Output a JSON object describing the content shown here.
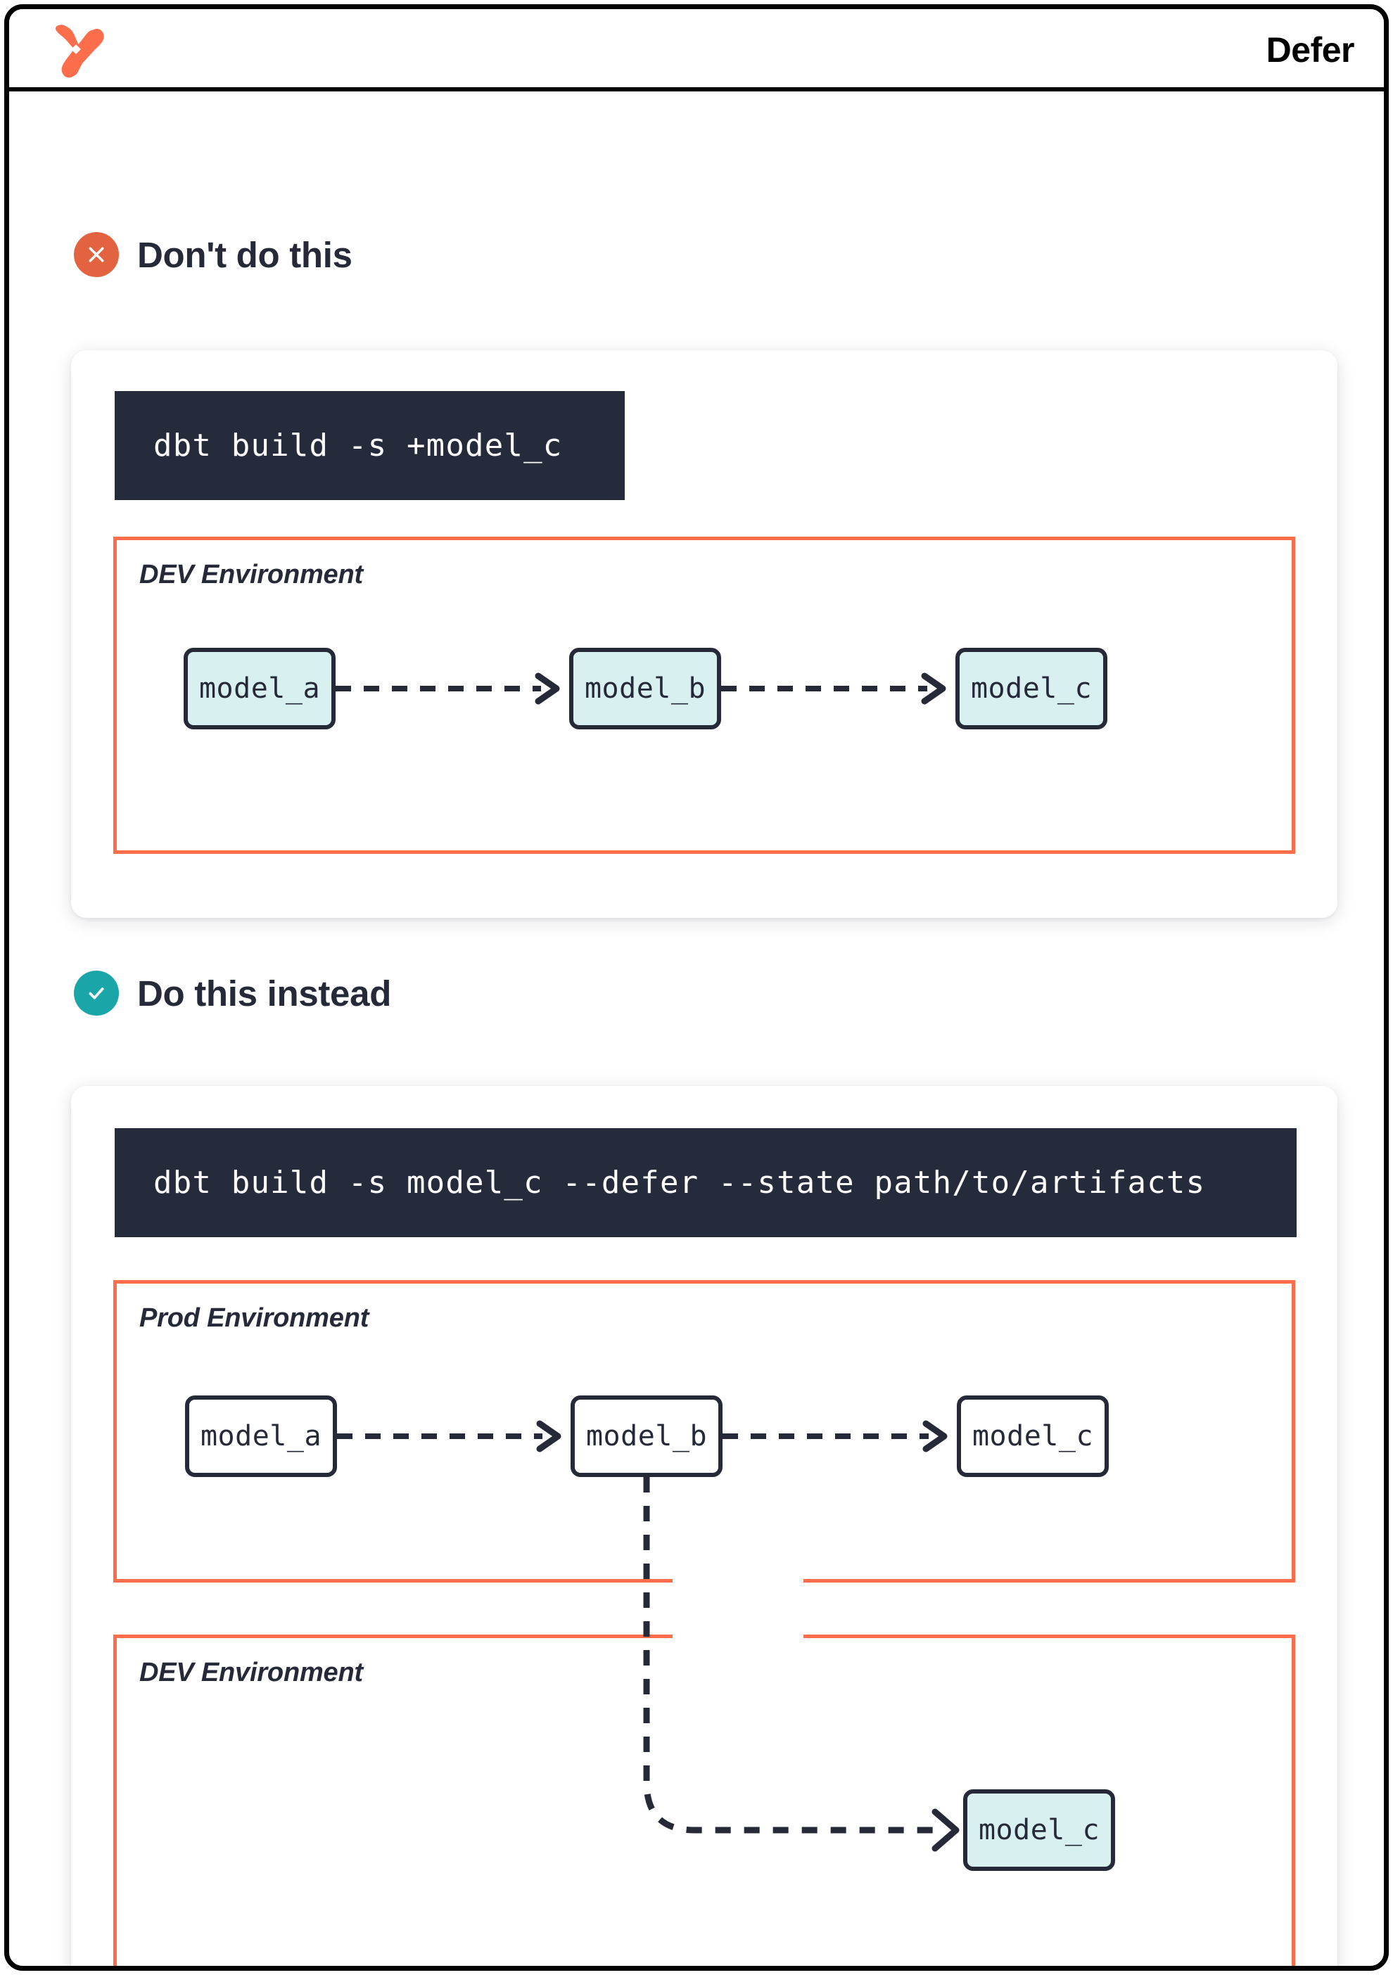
{
  "header": {
    "logo_name": "dbt-logo",
    "title": "Defer"
  },
  "brand_colors": {
    "orange": "#fc6d4c",
    "red_badge": "#e3623f",
    "teal_badge": "#1aa5a8",
    "node_fill_teal": "#d8f1f0",
    "ink": "#262a38",
    "code_bg": "#252b3b"
  },
  "sections": [
    {
      "id": "dont",
      "badge_icon": "x-icon",
      "title": "Don't do this",
      "command": "dbt build -s +model_c",
      "environments": [
        {
          "id": "dev",
          "label": "DEV Environment",
          "nodes": [
            {
              "label": "model_a",
              "style": "teal"
            },
            {
              "label": "model_b",
              "style": "teal"
            },
            {
              "label": "model_c",
              "style": "teal"
            }
          ],
          "edges": [
            {
              "from": "model_a",
              "to": "model_b",
              "style": "dashed"
            },
            {
              "from": "model_b",
              "to": "model_c",
              "style": "dashed"
            }
          ]
        }
      ]
    },
    {
      "id": "do",
      "badge_icon": "check-icon",
      "title": "Do this instead",
      "command": "dbt build -s model_c --defer --state path/to/artifacts",
      "environments": [
        {
          "id": "prod",
          "label": "Prod Environment",
          "nodes": [
            {
              "label": "model_a",
              "style": "plain"
            },
            {
              "label": "model_b",
              "style": "plain"
            },
            {
              "label": "model_c",
              "style": "plain"
            }
          ],
          "edges": [
            {
              "from": "model_a",
              "to": "model_b",
              "style": "dashed"
            },
            {
              "from": "model_b",
              "to": "model_c",
              "style": "dashed"
            }
          ]
        },
        {
          "id": "dev",
          "label": "DEV Environment",
          "nodes": [
            {
              "label": "model_c",
              "style": "teal"
            }
          ],
          "edges": [
            {
              "from": "prod.model_b",
              "to": "dev.model_c",
              "style": "dashed-cross-environment"
            }
          ]
        }
      ]
    }
  ]
}
